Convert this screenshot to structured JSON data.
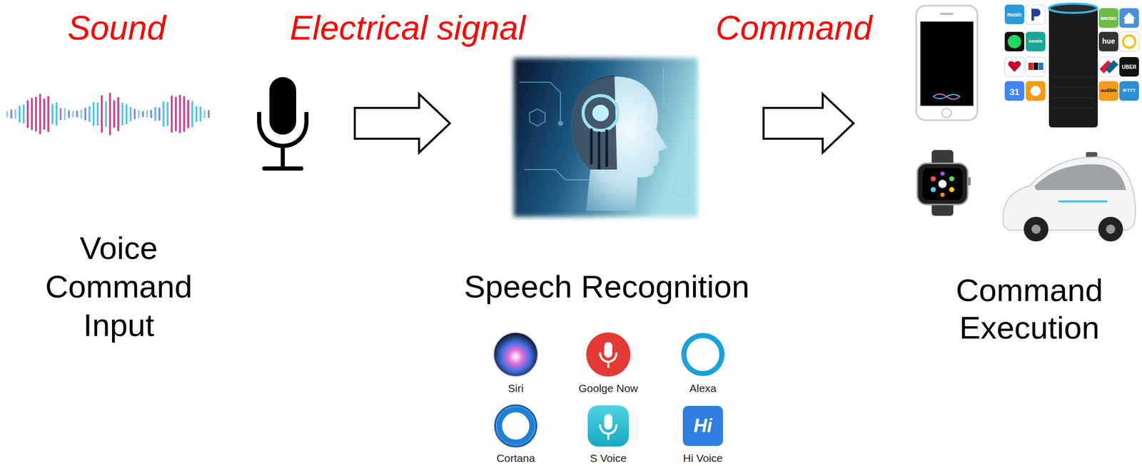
{
  "diagram": {
    "nodes": [
      {
        "text": [
          "Sound",
          "Voice Command Input"
        ]
      },
      {
        "text": [
          "Speech Recognition"
        ]
      },
      {
        "text": [
          "Command Execution"
        ]
      }
    ],
    "edges": [
      {
        "from": 0,
        "to": 1,
        "arrow": "to",
        "label": "Electrical signal"
      },
      {
        "from": 1,
        "to": 2,
        "arrow": "to",
        "label": "Command"
      }
    ],
    "labels": [
      "Siri",
      "Goolge Now",
      "Alexa",
      "Cortana",
      "S Voice",
      "Hi Voice",
      "Hi",
      "music",
      "tunein",
      "31",
      "wemo",
      "hue",
      "UBER",
      "audible",
      "IFTTT"
    ]
  }
}
